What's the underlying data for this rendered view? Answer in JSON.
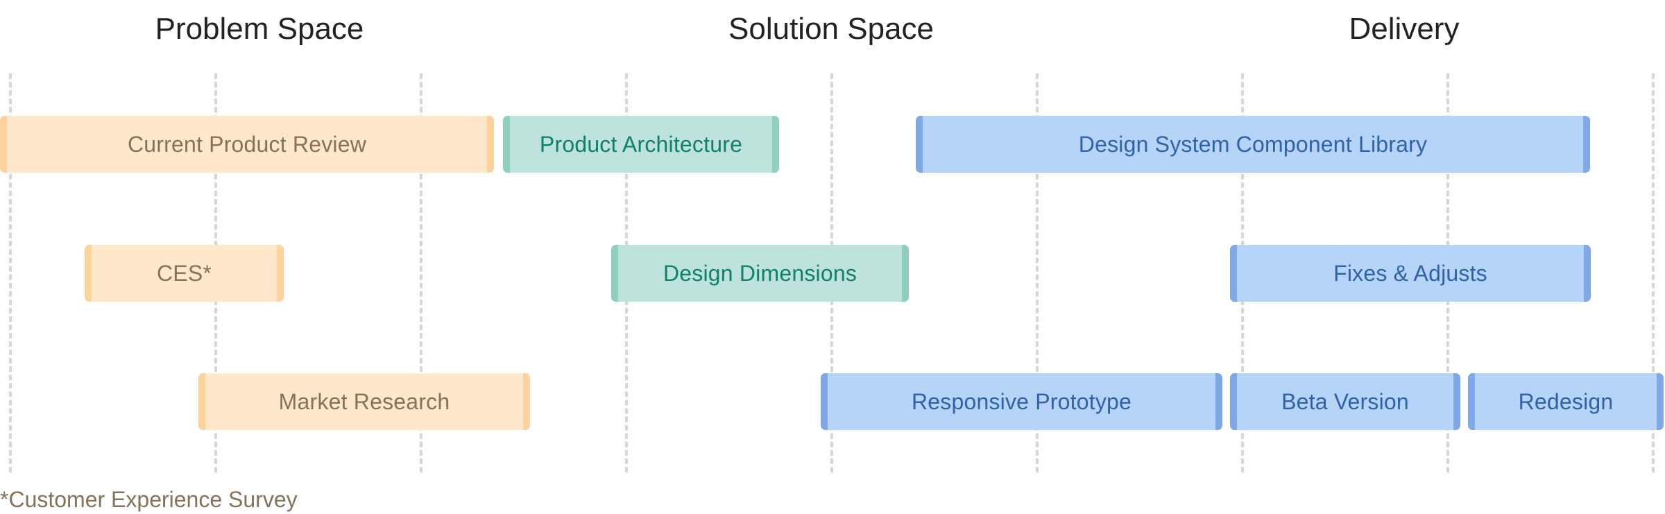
{
  "headers": {
    "problem": "Problem Space",
    "solution": "Solution Space",
    "delivery": "Delivery"
  },
  "bars": {
    "current_product_review": "Current Product Review",
    "product_architecture": "Product Architecture",
    "design_system_component_library": "Design System Component Library",
    "ces": "CES*",
    "design_dimensions": "Design Dimensions",
    "fixes_adjusts": "Fixes & Adjusts",
    "market_research": "Market Research",
    "responsive_prototype": "Responsive Prototype",
    "beta_version": "Beta Version",
    "redesign": "Redesign"
  },
  "footnote": "*Customer Experience Survey",
  "colors": {
    "problem_fill": "#ffe7cc",
    "problem_cap": "#fcd29d",
    "problem_text": "#84725a",
    "solution_fill": "#bde3dc",
    "solution_cap": "#8fd0bd",
    "solution_text": "#11806a",
    "delivery_fill": "#b6d4f8",
    "delivery_cap": "#7fa9e6",
    "delivery_text": "#2f62a8",
    "gridline": "#d6d6d6"
  }
}
